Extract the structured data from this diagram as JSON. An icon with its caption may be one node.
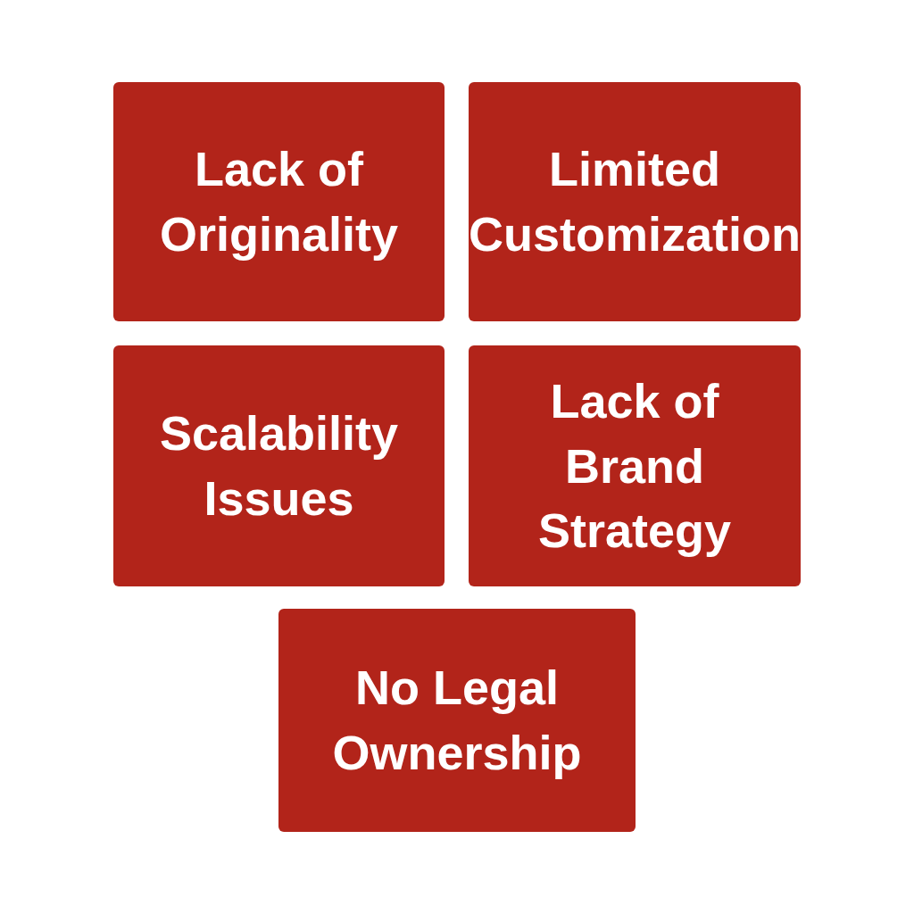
{
  "diagram": {
    "nodes": [
      {
        "text": [
          "Lack of Originality"
        ]
      },
      {
        "text": [
          "Limited Customization"
        ]
      },
      {
        "text": [
          "Scalability Issues"
        ]
      },
      {
        "text": [
          "Lack of Brand Strategy"
        ]
      },
      {
        "text": [
          "No Legal Ownership"
        ]
      }
    ]
  }
}
